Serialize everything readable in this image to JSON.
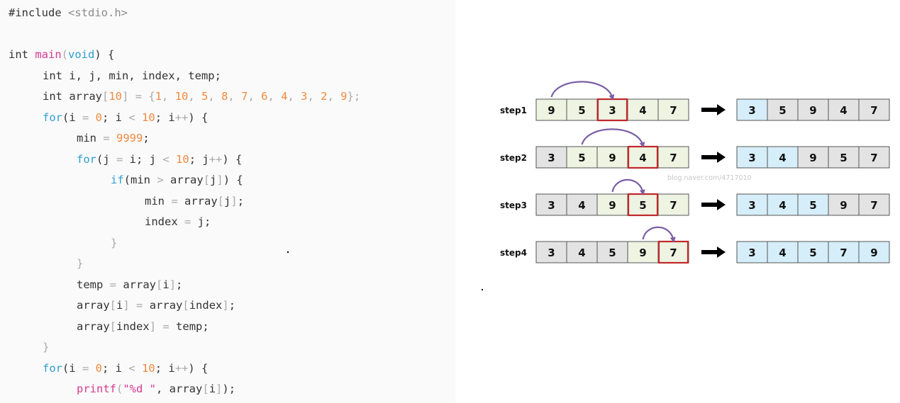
{
  "code": {
    "lines": [
      {
        "indent": 0,
        "tokens": [
          [
            "#include ",
            "inc"
          ],
          [
            "<stdio.h>",
            "hdr"
          ]
        ]
      },
      {
        "indent": 0,
        "tokens": []
      },
      {
        "indent": 0,
        "tokens": [
          [
            "int ",
            "txt"
          ],
          [
            "main",
            "fn"
          ],
          [
            "(",
            "op"
          ],
          [
            "void",
            "kw"
          ],
          [
            ") {",
            "txt"
          ]
        ]
      },
      {
        "indent": 1,
        "tokens": [
          [
            "int i, j, min, index, temp;",
            "txt"
          ]
        ]
      },
      {
        "indent": 1,
        "tokens": [
          [
            "int array",
            "txt"
          ],
          [
            "[",
            "op"
          ],
          [
            "10",
            "num"
          ],
          [
            "]",
            "op"
          ],
          [
            " = ",
            "op"
          ],
          [
            "{",
            "op"
          ],
          [
            "1",
            "num"
          ],
          [
            ", ",
            "op"
          ],
          [
            "10",
            "num"
          ],
          [
            ", ",
            "op"
          ],
          [
            "5",
            "num"
          ],
          [
            ", ",
            "op"
          ],
          [
            "8",
            "num"
          ],
          [
            ", ",
            "op"
          ],
          [
            "7",
            "num"
          ],
          [
            ", ",
            "op"
          ],
          [
            "6",
            "num"
          ],
          [
            ", ",
            "op"
          ],
          [
            "4",
            "num"
          ],
          [
            ", ",
            "op"
          ],
          [
            "3",
            "num"
          ],
          [
            ", ",
            "op"
          ],
          [
            "2",
            "num"
          ],
          [
            ", ",
            "op"
          ],
          [
            "9",
            "num"
          ],
          [
            "};",
            "op"
          ]
        ]
      },
      {
        "indent": 1,
        "tokens": [
          [
            "for",
            "kw"
          ],
          [
            "(i ",
            "txt"
          ],
          [
            "= ",
            "op"
          ],
          [
            "0",
            "num"
          ],
          [
            "; i ",
            "txt"
          ],
          [
            "< ",
            "op"
          ],
          [
            "10",
            "num"
          ],
          [
            "; i",
            "txt"
          ],
          [
            "++",
            "op"
          ],
          [
            ") {",
            "txt"
          ]
        ]
      },
      {
        "indent": 2,
        "tokens": [
          [
            "min ",
            "txt"
          ],
          [
            "= ",
            "op"
          ],
          [
            "9999",
            "num"
          ],
          [
            ";",
            "txt"
          ]
        ]
      },
      {
        "indent": 2,
        "tokens": [
          [
            "for",
            "kw"
          ],
          [
            "(j ",
            "txt"
          ],
          [
            "= ",
            "op"
          ],
          [
            "i; j ",
            "txt"
          ],
          [
            "< ",
            "op"
          ],
          [
            "10",
            "num"
          ],
          [
            "; j",
            "txt"
          ],
          [
            "++",
            "op"
          ],
          [
            ") {",
            "txt"
          ]
        ]
      },
      {
        "indent": 3,
        "tokens": [
          [
            "if",
            "kw"
          ],
          [
            "(min ",
            "txt"
          ],
          [
            "> ",
            "op"
          ],
          [
            "array",
            "txt"
          ],
          [
            "[",
            "op"
          ],
          [
            "j",
            "txt"
          ],
          [
            "]",
            "op"
          ],
          [
            ") {",
            "txt"
          ]
        ]
      },
      {
        "indent": 4,
        "tokens": [
          [
            "min ",
            "txt"
          ],
          [
            "= ",
            "op"
          ],
          [
            "array",
            "txt"
          ],
          [
            "[",
            "op"
          ],
          [
            "j",
            "txt"
          ],
          [
            "]",
            "op"
          ],
          [
            ";",
            "txt"
          ]
        ]
      },
      {
        "indent": 4,
        "tokens": [
          [
            "index ",
            "txt"
          ],
          [
            "= ",
            "op"
          ],
          [
            "j;",
            "txt"
          ]
        ]
      },
      {
        "indent": 3,
        "tokens": [
          [
            "}",
            "op"
          ]
        ]
      },
      {
        "indent": 2,
        "tokens": [
          [
            "}",
            "op"
          ]
        ]
      },
      {
        "indent": 2,
        "tokens": [
          [
            "temp ",
            "txt"
          ],
          [
            "= ",
            "op"
          ],
          [
            "array",
            "txt"
          ],
          [
            "[",
            "op"
          ],
          [
            "i",
            "txt"
          ],
          [
            "]",
            "op"
          ],
          [
            ";",
            "txt"
          ]
        ]
      },
      {
        "indent": 2,
        "tokens": [
          [
            "array",
            "txt"
          ],
          [
            "[",
            "op"
          ],
          [
            "i",
            "txt"
          ],
          [
            "]",
            "op"
          ],
          [
            " = ",
            "op"
          ],
          [
            "array",
            "txt"
          ],
          [
            "[",
            "op"
          ],
          [
            "index",
            "txt"
          ],
          [
            "]",
            "op"
          ],
          [
            ";",
            "txt"
          ]
        ]
      },
      {
        "indent": 2,
        "tokens": [
          [
            "array",
            "txt"
          ],
          [
            "[",
            "op"
          ],
          [
            "index",
            "txt"
          ],
          [
            "]",
            "op"
          ],
          [
            " = ",
            "op"
          ],
          [
            "temp;",
            "txt"
          ]
        ]
      },
      {
        "indent": 1,
        "tokens": [
          [
            "}",
            "op"
          ]
        ]
      },
      {
        "indent": 1,
        "tokens": [
          [
            "for",
            "kw"
          ],
          [
            "(i ",
            "txt"
          ],
          [
            "= ",
            "op"
          ],
          [
            "0",
            "num"
          ],
          [
            "; i ",
            "txt"
          ],
          [
            "< ",
            "op"
          ],
          [
            "10",
            "num"
          ],
          [
            "; i",
            "txt"
          ],
          [
            "++",
            "op"
          ],
          [
            ") {",
            "txt"
          ]
        ]
      },
      {
        "indent": 2,
        "tokens": [
          [
            "printf",
            "fn"
          ],
          [
            "(",
            "op"
          ],
          [
            "\"%d \"",
            "str"
          ],
          [
            ", array",
            "txt"
          ],
          [
            "[",
            "op"
          ],
          [
            "i",
            "txt"
          ],
          [
            "]",
            "op"
          ],
          [
            ");",
            "txt"
          ]
        ]
      },
      {
        "indent": 1,
        "tokens": [
          [
            "}",
            "op"
          ]
        ]
      }
    ]
  },
  "sort_diagram": {
    "watermark": "blog.naver.com/4717010",
    "steps": [
      {
        "label": "step1",
        "before": [
          9,
          5,
          3,
          4,
          7
        ],
        "after": [
          3,
          5,
          9,
          4,
          7
        ],
        "sorted_before": 0,
        "sorted_after": 1,
        "selected_index": 2,
        "arrow_from": 0,
        "arrow_to": 2
      },
      {
        "label": "step2",
        "before": [
          3,
          5,
          9,
          4,
          7
        ],
        "after": [
          3,
          4,
          9,
          5,
          7
        ],
        "sorted_before": 1,
        "sorted_after": 2,
        "selected_index": 3,
        "arrow_from": 1,
        "arrow_to": 3
      },
      {
        "label": "step3",
        "before": [
          3,
          4,
          9,
          5,
          7
        ],
        "after": [
          3,
          4,
          5,
          9,
          7
        ],
        "sorted_before": 2,
        "sorted_after": 3,
        "selected_index": 3,
        "arrow_from": 2,
        "arrow_to": 3
      },
      {
        "label": "step4",
        "before": [
          3,
          4,
          5,
          9,
          7
        ],
        "after": [
          3,
          4,
          5,
          7,
          9
        ],
        "sorted_before": 3,
        "sorted_after": 5,
        "selected_index": 4,
        "arrow_from": 3,
        "arrow_to": 4
      }
    ],
    "colors": {
      "unsorted_fill": "#eef3e2",
      "sorted_fill": "#e3e3e3",
      "result_fill": "#d6eef9",
      "selected_border": "#c0282a",
      "arc": "#7a5fa5",
      "cell_border": "#555555"
    }
  }
}
